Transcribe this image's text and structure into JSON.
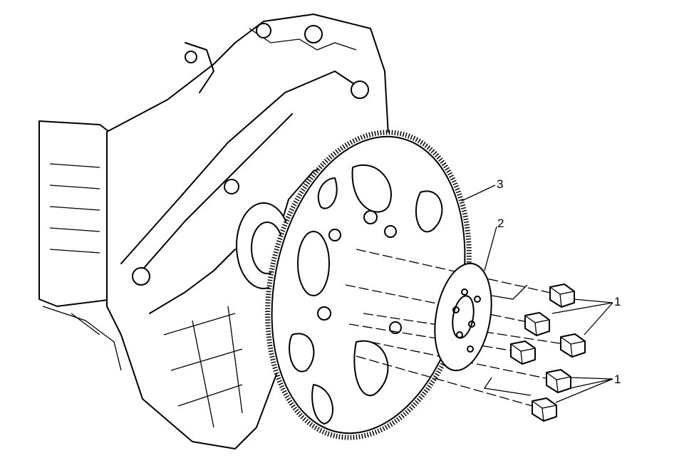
{
  "diagram": {
    "callouts": {
      "flywheel": "3",
      "spacer": "2",
      "bolts_upper": "1",
      "bolts_lower": "1"
    },
    "colors": {
      "line": "#000000",
      "background": "#ffffff"
    }
  }
}
